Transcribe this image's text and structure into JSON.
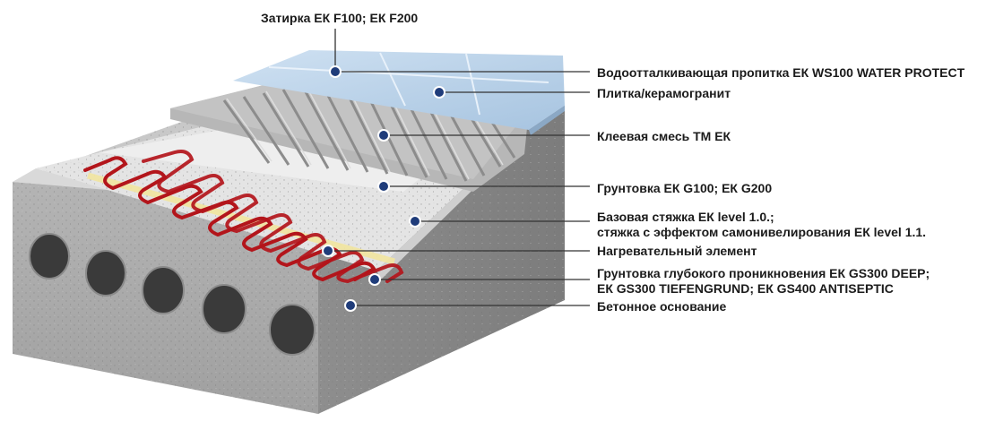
{
  "diagram": {
    "labels": {
      "grout": "Затирка ЕК F100; ЕК F200",
      "impregnation": "Водоотталкивающая пропитка ЕК WS100 WATER PROTECT",
      "tile": "Плитка/керамогранит",
      "adhesive": "Клеевая смесь ТМ ЕК",
      "primer": "Грунтовка ЕК G100; ЕК G200",
      "screed_line1": "Базовая стяжка ЕК level 1.0.;",
      "screed_line2": "стяжка с эффектом самонивелирования ЕК level 1.1.",
      "heating": "Нагревательный элемент",
      "deep_primer_line1": "Грунтовка глубокого проникновения ЕК GS300 DEEP;",
      "deep_primer_line2": "ЕК GS300 TIEFENGRUND; ЕК GS400 ANTISEPTIC",
      "concrete": "Бетонное основание"
    },
    "colors": {
      "marker": "#1f3c7a",
      "leader": "#333333",
      "heating_cable": "#b3151b",
      "tile": "#b9d3ea",
      "concrete": "#a9a9a9"
    }
  }
}
